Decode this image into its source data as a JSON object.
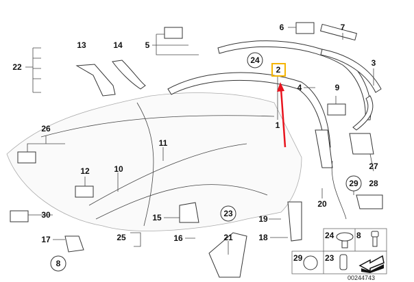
{
  "diagram": {
    "highlight_color": "#f5b400",
    "arrow_color": "#e8141e",
    "highlighted_part": "2",
    "labels": {
      "p1": "1",
      "p2": "2",
      "p3": "3",
      "p4": "4",
      "p5": "5",
      "p6": "6",
      "p7": "7",
      "p8": "8",
      "p9": "9",
      "p10": "10",
      "p11": "11",
      "p12": "12",
      "p13": "13",
      "p14": "14",
      "p15": "15",
      "p16": "16",
      "p17": "17",
      "p18": "18",
      "p19": "19",
      "p20": "20",
      "p21": "21",
      "p22": "22",
      "p23": "23",
      "p24": "24",
      "p25": "25",
      "p26": "26",
      "p27": "27",
      "p28": "28",
      "p29": "29",
      "p30": "30"
    },
    "inset": {
      "a": "24",
      "b": "8",
      "c": "29",
      "d": "23"
    },
    "drawing_number": "00244743"
  }
}
